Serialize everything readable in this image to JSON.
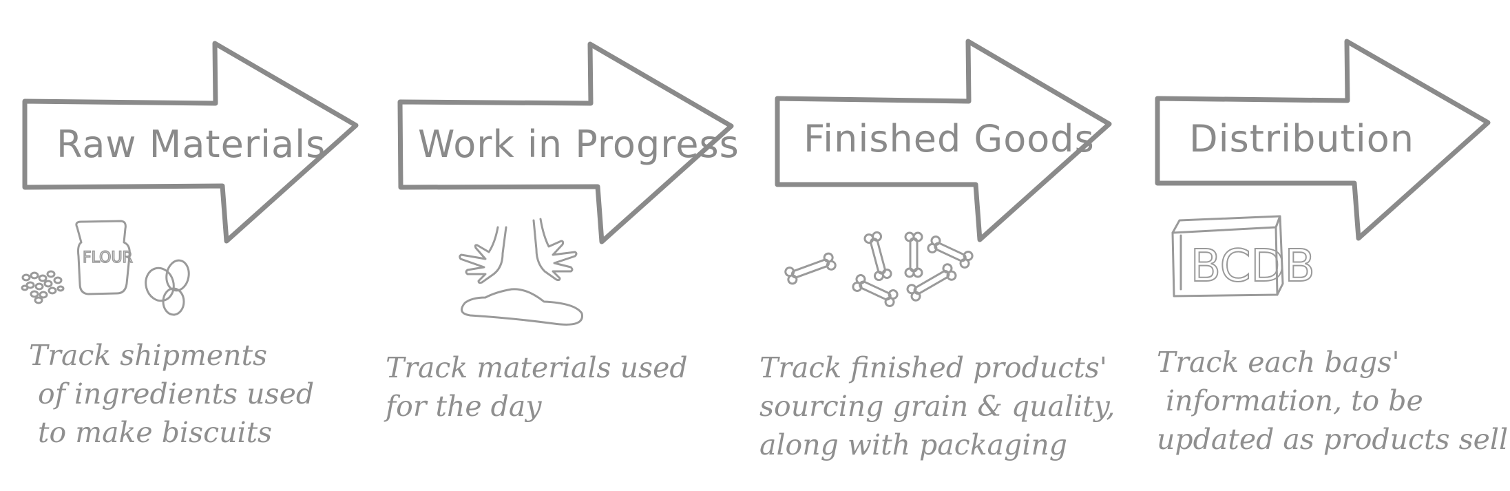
{
  "stages": [
    {
      "title": "Raw Materials",
      "description": "Track shipments\n of ingredients used\n to make biscuits",
      "icon": "flour-bag-eggs-icon",
      "icon_text": "FLOUR"
    },
    {
      "title": "Work in Progress",
      "description": "Track materials used\nfor the day",
      "icon": "hands-dough-icon"
    },
    {
      "title": "Finished Goods",
      "description": "Track finished products'\nsourcing grain & quality,\nalong with packaging",
      "icon": "dog-biscuits-icon"
    },
    {
      "title": "Distribution",
      "description": "Track each bags'\n information, to be\nupdated as products sell",
      "icon": "bcdb-box-icon",
      "icon_text": "BCDB"
    }
  ],
  "colors": {
    "ink": "#8a8a8a",
    "background": "#ffffff"
  }
}
